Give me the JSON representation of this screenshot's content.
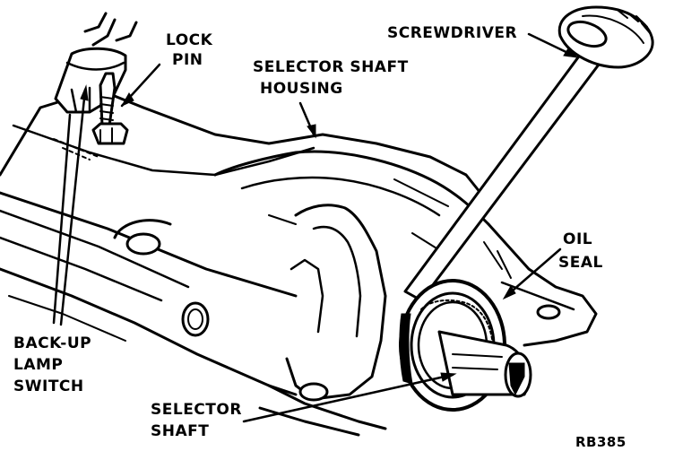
{
  "labels": {
    "lock_pin": [
      "LOCK",
      "PIN"
    ],
    "screwdriver": "SCREWDRIVER",
    "selector_shaft_housing": [
      "SELECTOR SHAFT",
      "HOUSING"
    ],
    "oil_seal": [
      "OIL",
      "SEAL"
    ],
    "backup_lamp_switch": [
      "BACK-UP",
      "LAMP",
      "SWITCH"
    ],
    "selector_shaft": [
      "SELECTOR",
      "SHAFT"
    ],
    "figure_code": "RB385"
  }
}
